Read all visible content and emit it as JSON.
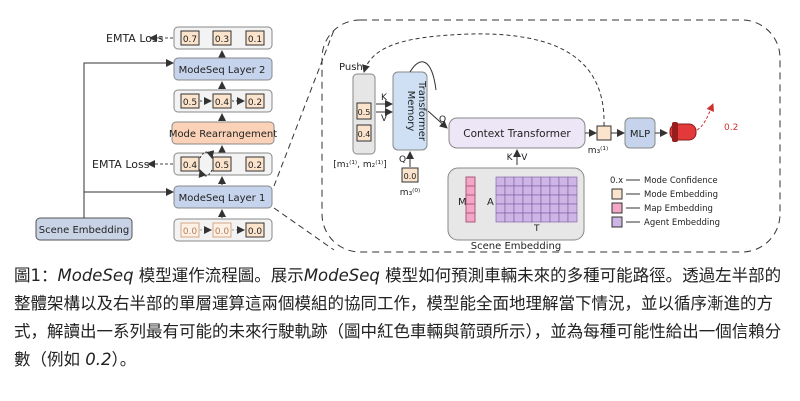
{
  "left_stack": {
    "top_loss": "EMTA Loss",
    "top_scores": [
      "0.7",
      "0.3",
      "0.1"
    ],
    "layer2": "ModeSeq Layer 2",
    "chain2": [
      "0.5",
      "0.4",
      "0.2"
    ],
    "rearrange": "Mode Rearrangement",
    "mid_loss": "EMTA Loss",
    "chain1": [
      "0.4",
      "0.5",
      "0.2"
    ],
    "layer1": "ModeSeq Layer 1",
    "chain0": [
      "0.0",
      "0.0",
      "0.0"
    ],
    "scene": "Scene Embedding"
  },
  "detail": {
    "push": "Push",
    "mem_values": [
      "0.5",
      "0.4"
    ],
    "mem_set_label": "[m₁⁽¹⁾, m₂⁽¹⁾]",
    "memory_transformer": [
      "Memory",
      "Transformer"
    ],
    "k": "K",
    "v": "V",
    "q": "Q",
    "q_input": "0.0",
    "q_input_label": "m₃⁽⁰⁾",
    "context_transformer": "Context Transformer",
    "kv_label": "K | V",
    "output_label": "m₃⁽¹⁾",
    "mlp": "MLP",
    "score": "0.2",
    "scene": "Scene Embedding",
    "map_letter": "M",
    "agent_letter": "A",
    "time_letter": "T"
  },
  "legend": [
    {
      "key": "0.x",
      "label": "Mode Confidence"
    },
    {
      "key": "",
      "label": "Mode Embedding",
      "color": "#fbe3cc"
    },
    {
      "key": "",
      "label": "Map Embedding",
      "color": "#f4a6c6"
    },
    {
      "key": "",
      "label": "Agent Embedding",
      "color": "#cdb6e6"
    }
  ],
  "colors": {
    "layer": "#c5d4ec",
    "rearrange": "#fbd2b8",
    "scene_left": "#c8d4e6",
    "memory": "#cfe0f4",
    "context": "#ece6f7",
    "agent": "#cdb6e6",
    "map": "#f4a6c6",
    "mode": "#fbe3cc",
    "car": "#e23a3a",
    "arrow_red": "#d03030"
  },
  "caption": {
    "fig": "圖1：",
    "model": "ModeSeq",
    "text1": " 模型運作流程圖。展示",
    "model2": "ModeSeq",
    "text2": " 模型如何預測車輛未來的多種可能路徑。透過左半部的整體架構以及右半部的單層運算這兩個模組的協同工作，模型能全面地理解當下情況，並以循序漸進的方式，解讀出一系列最有可能的未來行駛軌跡（圖中紅色車輛與箭頭所示），並為每種可能性給出一個信賴分數（例如 ",
    "score": "0.2",
    "text3": "）。"
  }
}
